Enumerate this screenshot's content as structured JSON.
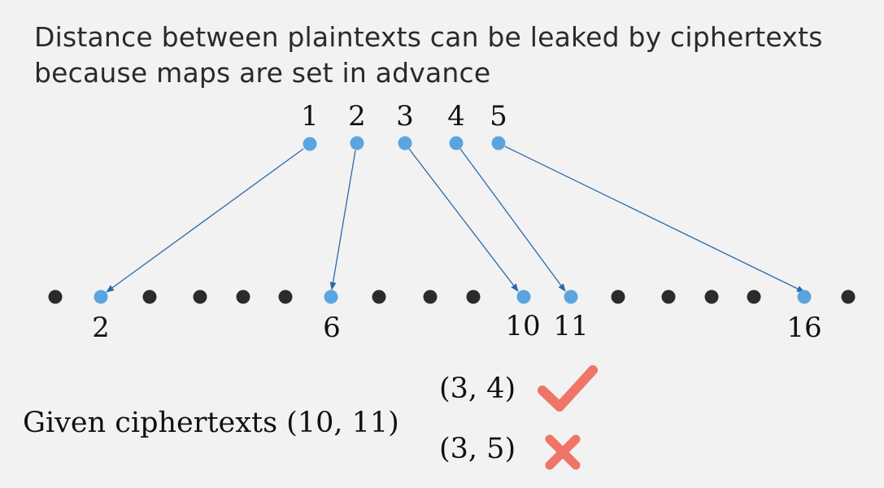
{
  "title": {
    "line1": "Distance between plaintexts can be leaked by ciphertexts",
    "line2": "because maps are set in advance"
  },
  "plaintexts": [
    "1",
    "2",
    "3",
    "4",
    "5"
  ],
  "ciphertexts": [
    "2",
    "6",
    "10",
    "11",
    "16"
  ],
  "given": {
    "label": "Given ciphertexts (10, 11)"
  },
  "candidates": [
    {
      "text": "(3, 4)",
      "verdict": "correct",
      "icon": "check-icon"
    },
    {
      "text": "(3, 5)",
      "verdict": "wrong",
      "icon": "cross-icon"
    }
  ],
  "colors": {
    "plaintext_dot": "#5aa5e0",
    "ciphertext_dot": "#2b2b2b",
    "arrow": "#2a6aa8",
    "check": "#f07468",
    "cross": "#f07468",
    "background": "#f2f2f2"
  }
}
